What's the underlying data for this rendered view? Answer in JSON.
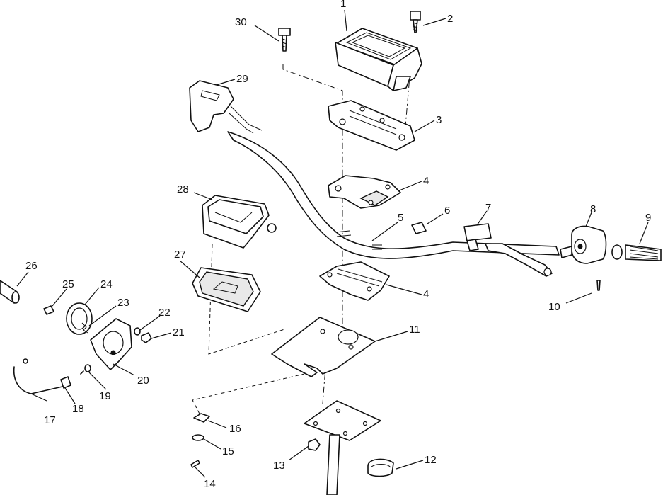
{
  "diagram": {
    "callouts": [
      {
        "id": "c1",
        "label": "1"
      },
      {
        "id": "c2",
        "label": "2"
      },
      {
        "id": "c3",
        "label": "3"
      },
      {
        "id": "c4a",
        "label": "4"
      },
      {
        "id": "c4b",
        "label": "4"
      },
      {
        "id": "c5",
        "label": "5"
      },
      {
        "id": "c6",
        "label": "6"
      },
      {
        "id": "c7",
        "label": "7"
      },
      {
        "id": "c8",
        "label": "8"
      },
      {
        "id": "c9",
        "label": "9"
      },
      {
        "id": "c10",
        "label": "10"
      },
      {
        "id": "c11",
        "label": "11"
      },
      {
        "id": "c12",
        "label": "12"
      },
      {
        "id": "c13",
        "label": "13"
      },
      {
        "id": "c14",
        "label": "14"
      },
      {
        "id": "c15",
        "label": "15"
      },
      {
        "id": "c16",
        "label": "16"
      },
      {
        "id": "c17",
        "label": "17"
      },
      {
        "id": "c18",
        "label": "18"
      },
      {
        "id": "c19",
        "label": "19"
      },
      {
        "id": "c20",
        "label": "20"
      },
      {
        "id": "c21",
        "label": "21"
      },
      {
        "id": "c22",
        "label": "22"
      },
      {
        "id": "c23",
        "label": "23"
      },
      {
        "id": "c24",
        "label": "24"
      },
      {
        "id": "c25",
        "label": "25"
      },
      {
        "id": "c26",
        "label": "26"
      },
      {
        "id": "c27",
        "label": "27"
      },
      {
        "id": "c28",
        "label": "28"
      },
      {
        "id": "c29",
        "label": "29"
      },
      {
        "id": "c30",
        "label": "30"
      }
    ]
  }
}
